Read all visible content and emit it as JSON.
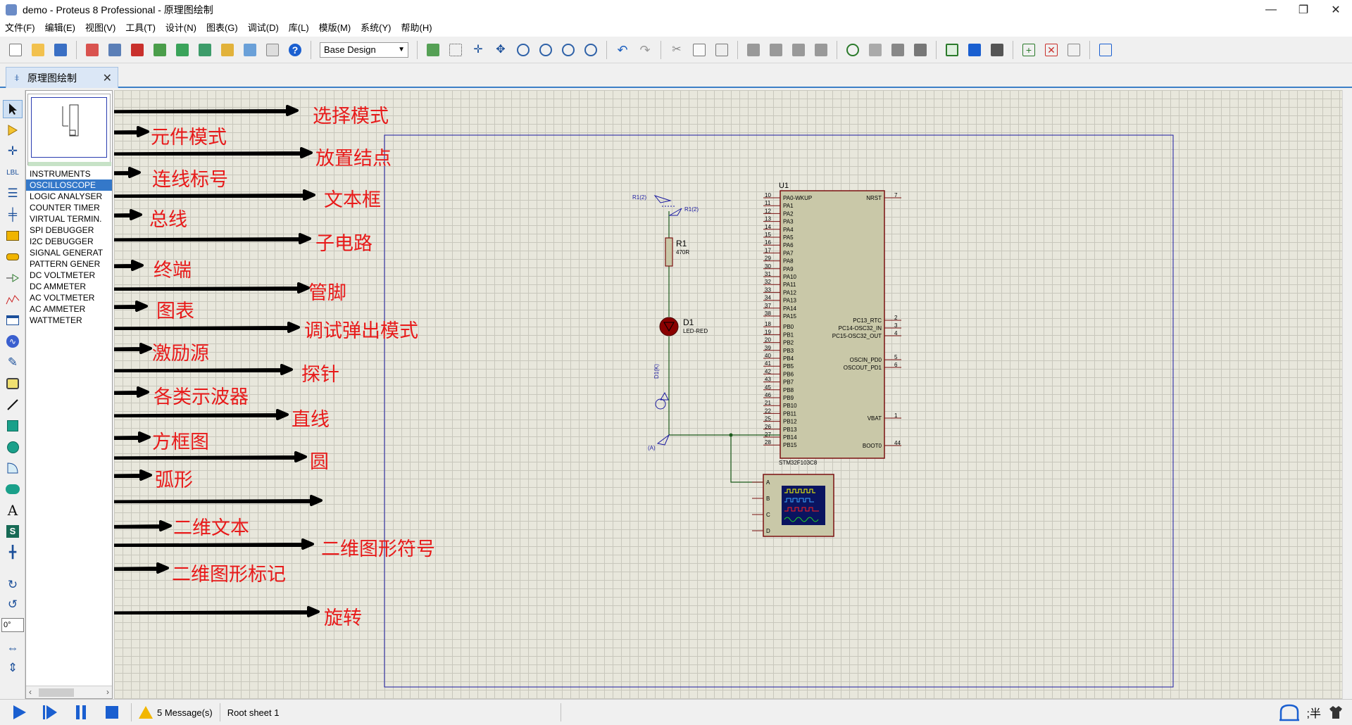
{
  "window": {
    "title": "demo - Proteus 8 Professional - 原理图绘制",
    "controls": [
      "—",
      "❐",
      "✕"
    ]
  },
  "menu": [
    "文件(F)",
    "编辑(E)",
    "视图(V)",
    "工具(T)",
    "设计(N)",
    "图表(G)",
    "调试(D)",
    "库(L)",
    "模版(M)",
    "系统(Y)",
    "帮助(H)"
  ],
  "toolbar": {
    "design_combo": "Base Design",
    "help_icon": "?"
  },
  "tab": {
    "label": "原理图绘制",
    "close": "✕"
  },
  "selector": {
    "devices": [
      "INSTRUMENTS",
      "OSCILLOSCOPE",
      "LOGIC ANALYSER",
      "COUNTER TIMER",
      "VIRTUAL TERMIN.",
      "SPI DEBUGGER",
      "I2C DEBUGGER",
      "SIGNAL GENERAT",
      "PATTERN GENER",
      "DC VOLTMETER",
      "DC AMMETER",
      "AC VOLTMETER",
      "AC AMMETER",
      "WATTMETER"
    ],
    "selected_index": 1
  },
  "rotation": {
    "angle": "0°"
  },
  "annotations": [
    "选择模式",
    "元件模式",
    "放置结点",
    "连线标号",
    "文本框",
    "总线",
    "子电路",
    "终端",
    "管脚",
    "图表",
    "调试弹出模式",
    "激励源",
    "探针",
    "各类示波器",
    "直线",
    "方框图",
    "圆",
    "弧形",
    "二维文本",
    "二维图形符号",
    "二维图形标记",
    "旋转"
  ],
  "schematic": {
    "mcu_ref": "U1",
    "mcu_part": "STM32F103C8",
    "mcu_left_pins": [
      {
        "num": "10",
        "name": "PA0-WKUP"
      },
      {
        "num": "11",
        "name": "PA1"
      },
      {
        "num": "12",
        "name": "PA2"
      },
      {
        "num": "13",
        "name": "PA3"
      },
      {
        "num": "14",
        "name": "PA4"
      },
      {
        "num": "15",
        "name": "PA5"
      },
      {
        "num": "16",
        "name": "PA6"
      },
      {
        "num": "17",
        "name": "PA7"
      },
      {
        "num": "29",
        "name": "PA8"
      },
      {
        "num": "30",
        "name": "PA9"
      },
      {
        "num": "31",
        "name": "PA10"
      },
      {
        "num": "32",
        "name": "PA11"
      },
      {
        "num": "33",
        "name": "PA12"
      },
      {
        "num": "34",
        "name": "PA13"
      },
      {
        "num": "37",
        "name": "PA14"
      },
      {
        "num": "38",
        "name": "PA15"
      },
      {
        "num": "18",
        "name": "PB0"
      },
      {
        "num": "19",
        "name": "PB1"
      },
      {
        "num": "20",
        "name": "PB2"
      },
      {
        "num": "39",
        "name": "PB3"
      },
      {
        "num": "40",
        "name": "PB4"
      },
      {
        "num": "41",
        "name": "PB5"
      },
      {
        "num": "42",
        "name": "PB6"
      },
      {
        "num": "43",
        "name": "PB7"
      },
      {
        "num": "45",
        "name": "PB8"
      },
      {
        "num": "46",
        "name": "PB9"
      },
      {
        "num": "21",
        "name": "PB10"
      },
      {
        "num": "22",
        "name": "PB11"
      },
      {
        "num": "25",
        "name": "PB12"
      },
      {
        "num": "26",
        "name": "PB13"
      },
      {
        "num": "27",
        "name": "PB14"
      },
      {
        "num": "28",
        "name": "PB15"
      }
    ],
    "mcu_right_pins": [
      {
        "num": "7",
        "name": "NRST"
      },
      {
        "num": "2",
        "name": "PC13_RTC"
      },
      {
        "num": "3",
        "name": "PC14-OSC32_IN"
      },
      {
        "num": "4",
        "name": "PC15-OSC32_OUT"
      },
      {
        "num": "5",
        "name": "OSCIN_PD0"
      },
      {
        "num": "6",
        "name": "OSCOUT_PD1"
      },
      {
        "num": "1",
        "name": "VBAT"
      },
      {
        "num": "44",
        "name": "BOOT0"
      }
    ],
    "r1_ref": "R1",
    "r1_value": "470R",
    "d1_ref": "D1",
    "d1_value": "LED-RED",
    "probe_r1a": "R1(2)",
    "probe_r1b": "R1(2)",
    "probe_d1": "D1(K)",
    "probe_a": "(A)",
    "scope_channels": [
      "A",
      "B",
      "C",
      "D"
    ]
  },
  "status": {
    "messages": "5 Message(s)",
    "sheet": "Root sheet 1",
    "ime": ";半"
  }
}
